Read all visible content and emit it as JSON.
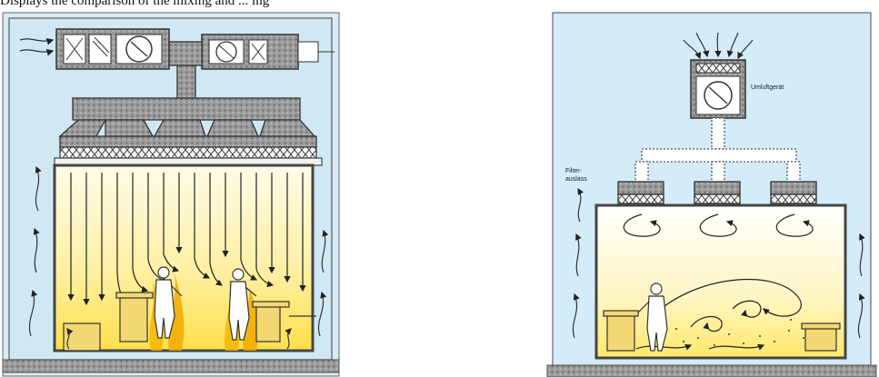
{
  "caption": "Displays the comparison of the mixing and ... ing",
  "left_diagram": {
    "title": ""
  },
  "right_diagram": {
    "unit_label": "Umluftgerät",
    "filter_label_line1": "Filter-",
    "filter_label_line2": "auslass"
  }
}
